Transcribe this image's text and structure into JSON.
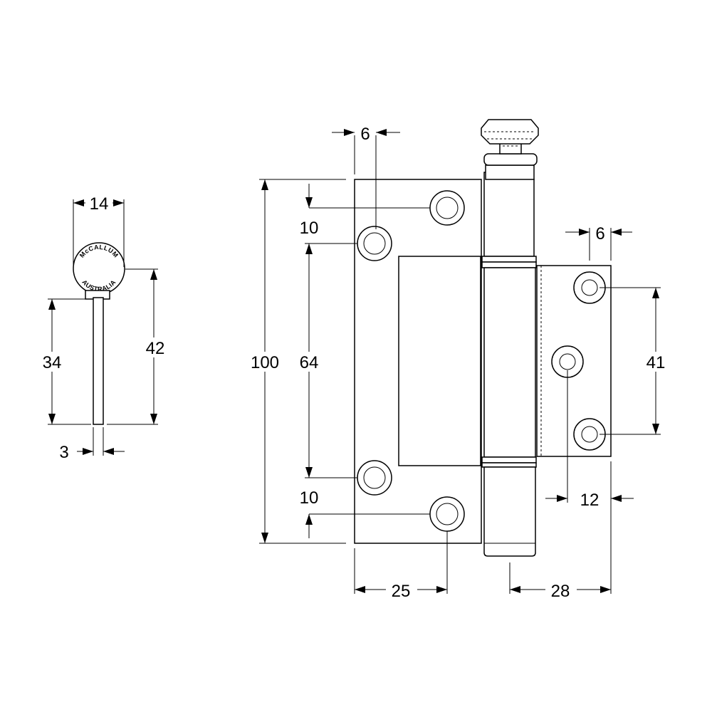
{
  "drawing": {
    "logo": {
      "line1": "McCALLUM",
      "line2": "AUSTRALIA"
    },
    "side_view": {
      "width_dim": "14",
      "leaf_thickness_dim": "3",
      "leaf_height_dim": "34",
      "overall_height_dim": "42"
    },
    "front_view": {
      "overall_height_dim": "100",
      "hole_diameter_left_dim": "6",
      "hole_diameter_right_dim": "6",
      "top_offset_dim": "10",
      "bottom_offset_dim": "10",
      "inner_hole_spacing_dim": "64",
      "right_hole_spacing_dim": "41",
      "left_leaf_width_dim": "25",
      "right_leaf_width_dim": "28",
      "right_hole_inset_dim": "12"
    }
  }
}
